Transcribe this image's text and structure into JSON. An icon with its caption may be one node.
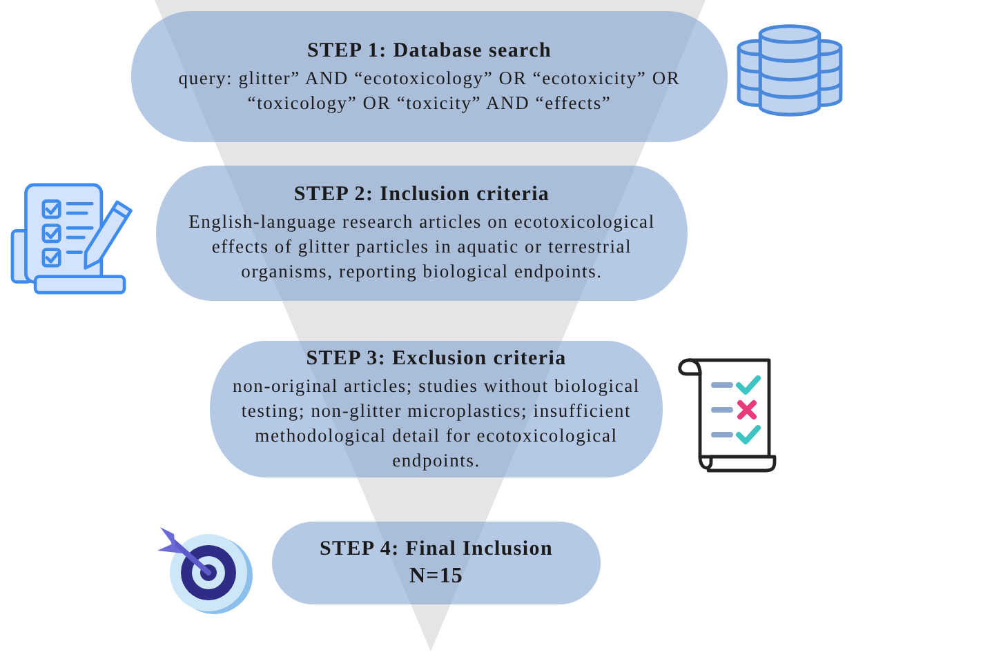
{
  "diagram": {
    "nodes": [
      {
        "text": [
          "STEP 1: Database search",
          "query: glitter” AND “ecotoxicology” OR “ecotoxicity” OR “toxicology” OR “toxicity” AND “effects”"
        ]
      },
      {
        "text": [
          "STEP 2: Inclusion criteria",
          "English-language research articles on ecotoxicological effects of glitter particles in aquatic or terrestrial organisms, reporting biological endpoints."
        ]
      },
      {
        "text": [
          "STEP 3: Exclusion criteria",
          "non-original articles; studies without biological testing; non-glitter microplastics; insufficient methodological detail for ecotoxicological endpoints."
        ]
      },
      {
        "text": [
          "STEP 4: Final Inclusion",
          "N=15"
        ]
      }
    ]
  }
}
